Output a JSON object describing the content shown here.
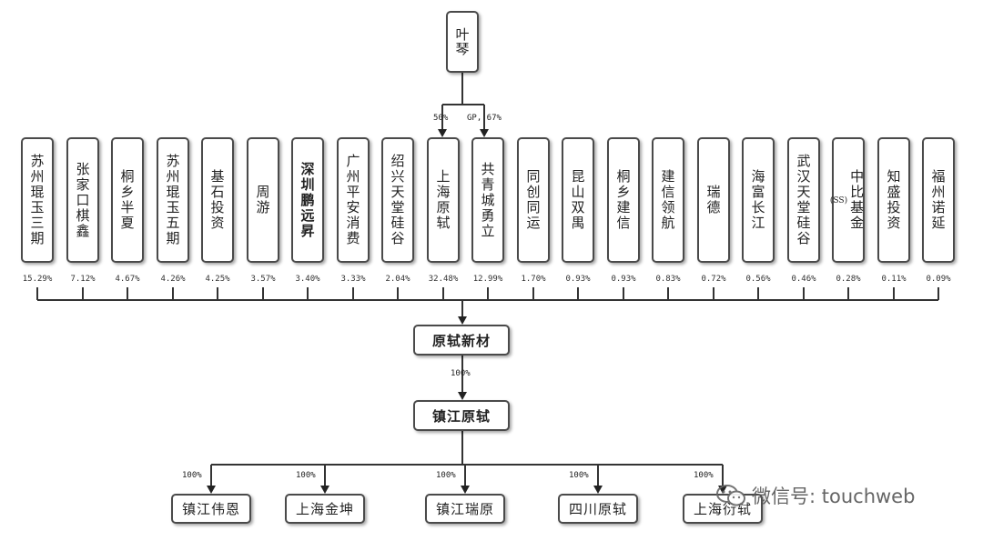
{
  "top_node": "叶琴",
  "top_edge_labels": [
    "50%",
    "GP, 67%"
  ],
  "shareholders": [
    {
      "name": "苏州琨玉三期",
      "pct": "15.29%"
    },
    {
      "name": "张家口棋鑫",
      "pct": "7.12%"
    },
    {
      "name": "桐乡半夏",
      "pct": "4.67%"
    },
    {
      "name": "苏州琨玉五期",
      "pct": "4.26%"
    },
    {
      "name": "基石投资",
      "pct": "4.25%"
    },
    {
      "name": "周游",
      "pct": "3.57%"
    },
    {
      "name": "深圳鹏远昇",
      "pct": "3.40%"
    },
    {
      "name": "广州平安消费",
      "pct": "3.33%"
    },
    {
      "name": "绍兴天堂硅谷",
      "pct": "2.04%"
    },
    {
      "name": "上海原轼",
      "pct": "32.48%"
    },
    {
      "name": "共青城勇立",
      "pct": "12.99%"
    },
    {
      "name": "同创同运",
      "pct": "1.70%"
    },
    {
      "name": "昆山双禺",
      "pct": "0.93%"
    },
    {
      "name": "桐乡建信",
      "pct": "0.93%"
    },
    {
      "name": "建信领航",
      "pct": "0.83%"
    },
    {
      "name": "瑞德",
      "pct": "0.72%"
    },
    {
      "name": "海富长江",
      "pct": "0.56%"
    },
    {
      "name": "武汉天堂硅谷",
      "pct": "0.46%"
    },
    {
      "name": "中比基金",
      "note": "(SS)",
      "pct": "0.28%"
    },
    {
      "name": "知盛投资",
      "pct": "0.11%"
    },
    {
      "name": "福州诺延",
      "pct": "0.09%"
    }
  ],
  "company": "原轼新材",
  "company_to_sub_pct": "100%",
  "subsidiary": "镇江原轼",
  "children": [
    {
      "name": "镇江伟恩",
      "pct": "100%"
    },
    {
      "name": "上海金坤",
      "pct": "100%"
    },
    {
      "name": "镇江瑞原",
      "pct": "100%"
    },
    {
      "name": "四川原轼",
      "pct": "100%"
    },
    {
      "name": "上海衍轼",
      "pct": "100%"
    }
  ],
  "watermark": "微信号: touchweb"
}
